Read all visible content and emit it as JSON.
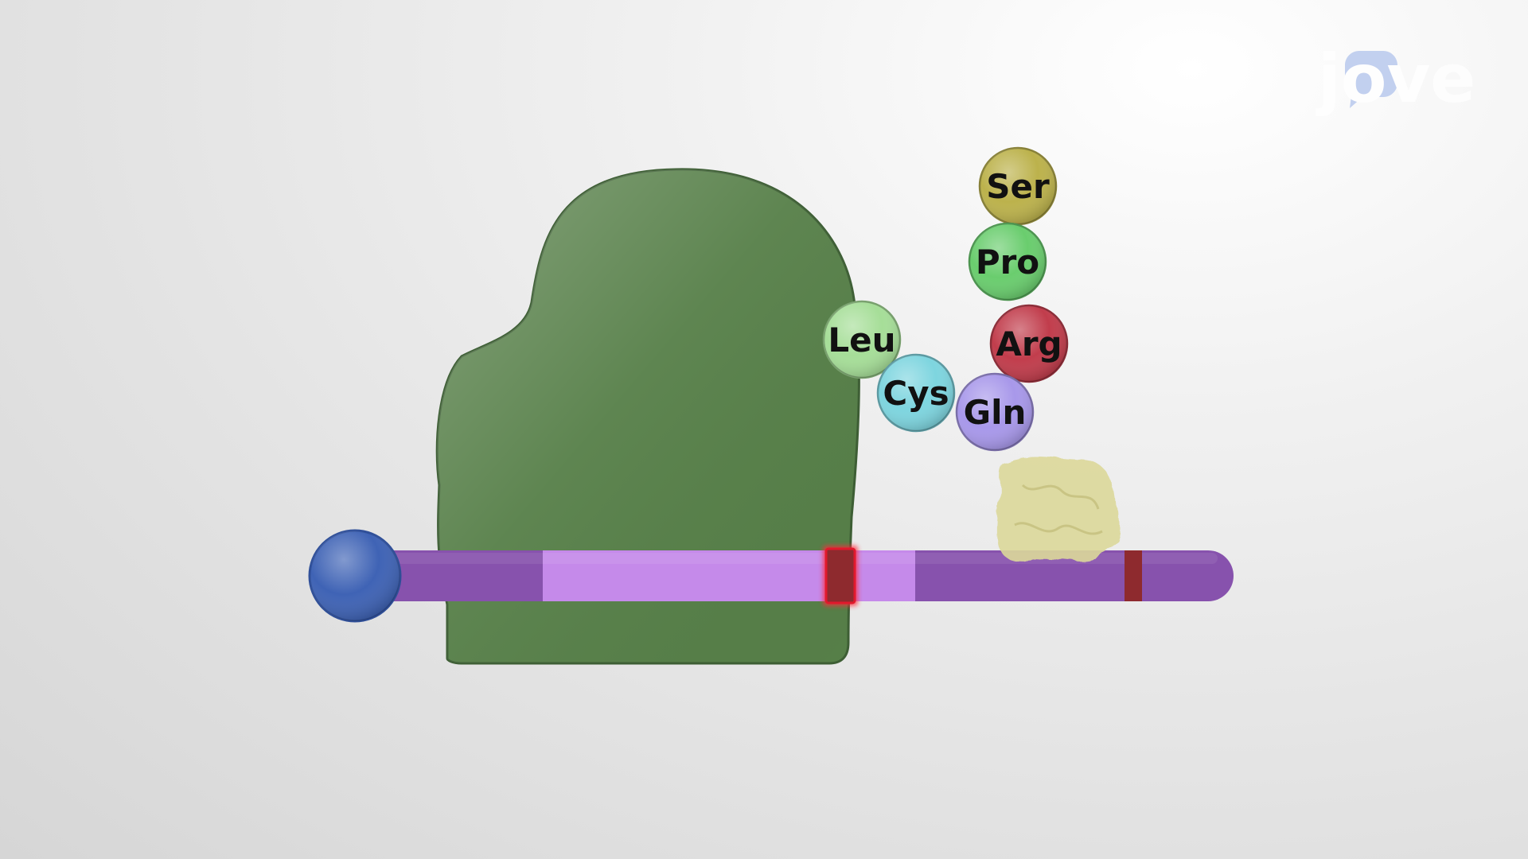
{
  "logo": {
    "text": "jove",
    "accent_color": "#b9c9ee"
  },
  "ribosome": {
    "color": "#567f48"
  },
  "mrna": {
    "cap_color": "#3f63b5",
    "strand_color": "#8752ad",
    "highlight_color": "#c58aea",
    "codon_marker_color": "#8e2a2e"
  },
  "release_factor": {
    "color": "#dcd89a"
  },
  "amino_acids": [
    {
      "label": "Leu",
      "color": "#a6de98"
    },
    {
      "label": "Cys",
      "color": "#7ed5df"
    },
    {
      "label": "Gln",
      "color": "#a898ea"
    },
    {
      "label": "Arg",
      "color": "#c13d4c"
    },
    {
      "label": "Pro",
      "color": "#6acd6e"
    },
    {
      "label": "Ser",
      "color": "#bcb24c"
    }
  ]
}
